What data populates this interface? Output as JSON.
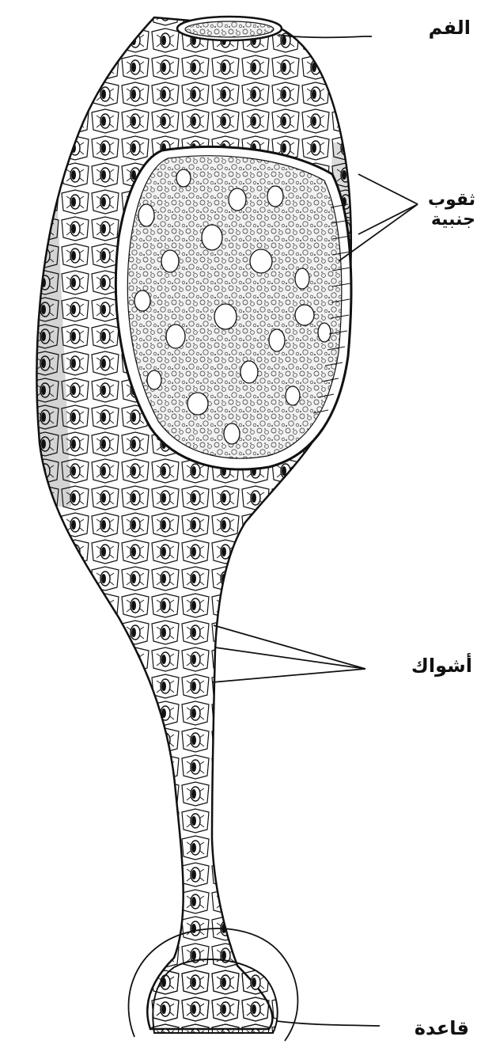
{
  "labels": {
    "mouth": "الفم",
    "side_pores_line1": "ثقوب",
    "side_pores_line2": "جنبية",
    "spines": "أشواك",
    "base": "قاعدة"
  },
  "colors": {
    "ink": "#111111",
    "paper": "#ffffff",
    "stipple": "#555555"
  }
}
